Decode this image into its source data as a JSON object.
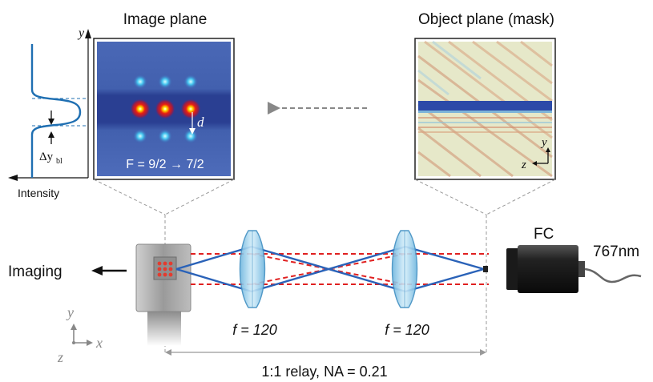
{
  "image_plane": {
    "title": "Image plane",
    "transition_label": "F = 9/2 → 7/2",
    "spacing_label": "d"
  },
  "object_plane": {
    "title": "Object plane (mask)",
    "axis_y": "y",
    "axis_z": "z"
  },
  "profile": {
    "axis_y": "y",
    "intensity_label": "Intensity",
    "delta_label": "Δy",
    "delta_sub": "bl"
  },
  "setup": {
    "imaging_label": "Imaging",
    "fc_label": "FC",
    "wavelength_label": "767nm",
    "lens1_label": "f = 120",
    "lens2_label": "f = 120",
    "relay_label": "1:1 relay, NA = 0.21"
  },
  "coord_axes": {
    "y": "y",
    "x": "x",
    "z": "z"
  },
  "colors": {
    "beam_blue": "#2a62b8",
    "beam_red": "#e02020",
    "profile_blue": "#1f6fb2",
    "image_bg": "#3c5aa8",
    "mask_bg": "#e4e6c8",
    "mask_stripe": "#2c4aa8",
    "lens": "#9fd3ee"
  }
}
